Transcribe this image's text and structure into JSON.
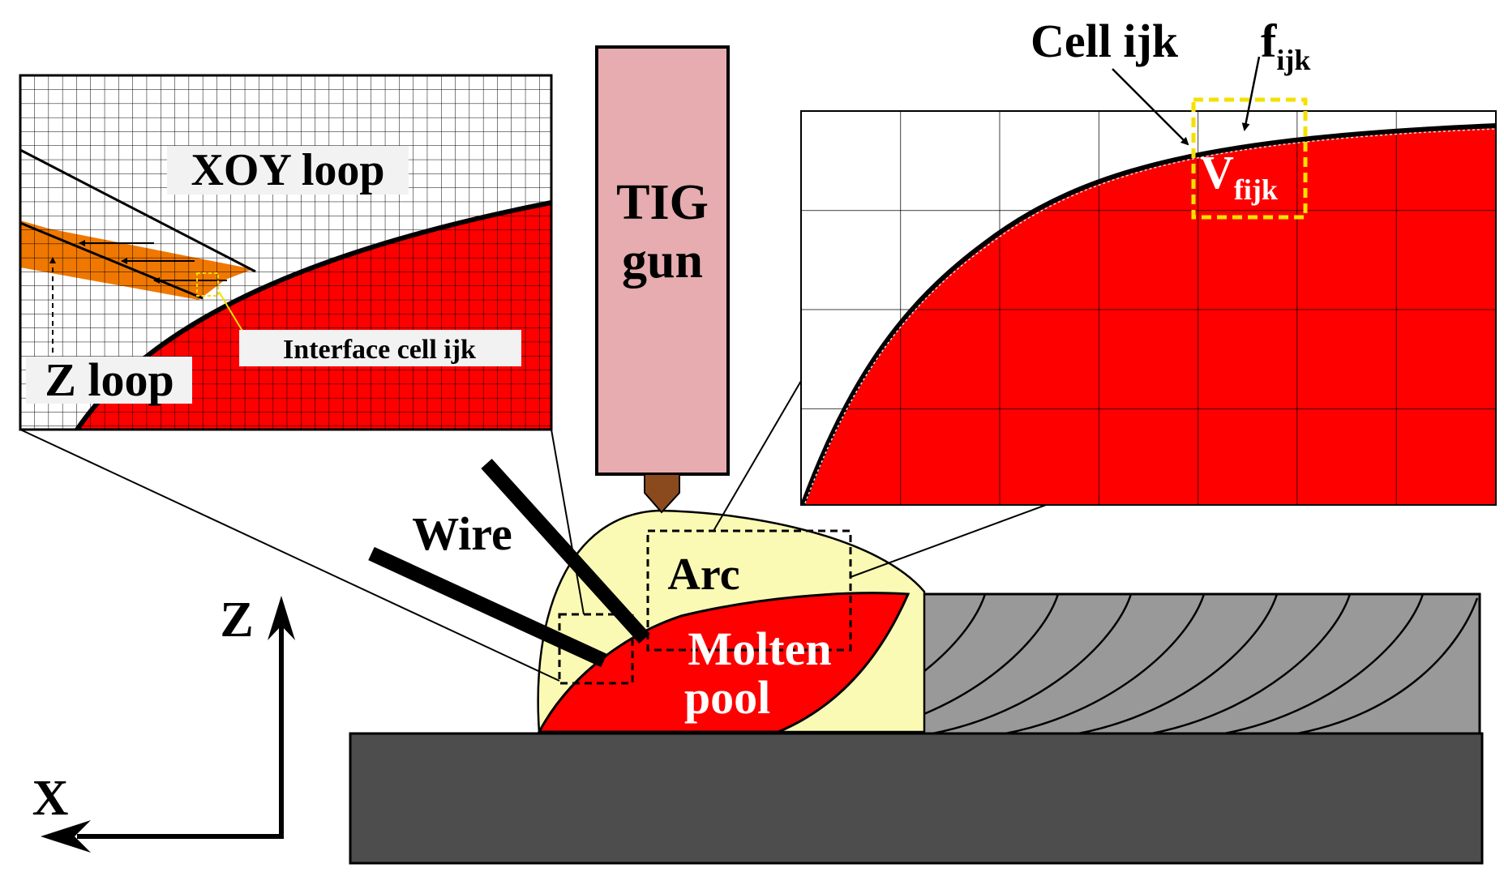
{
  "gun": {
    "line1": "TIG",
    "line2": "gun"
  },
  "labels": {
    "wire": "Wire",
    "arc": "Arc",
    "molten_line1": "Molten",
    "molten_line2": "pool"
  },
  "axes": {
    "z": "Z",
    "x": "X"
  },
  "left_inset": {
    "xoy_loop": "XOY loop",
    "z_loop": "Z loop",
    "interface_cell": "Interface cell ijk"
  },
  "right_inset": {
    "cell_label": "Cell ijk",
    "f_main": "f",
    "f_sub": "ijk",
    "v_main": "V",
    "v_sub": "fijk"
  },
  "colors": {
    "molten": "#ff0000",
    "arc": "#fafab4",
    "gun": "#e6acaf",
    "tip": "#8a4a1e",
    "bead": "#999999",
    "substrate": "#4d4d4d",
    "orange_band": "#f07800",
    "highlight_cell": "#f5e000"
  }
}
